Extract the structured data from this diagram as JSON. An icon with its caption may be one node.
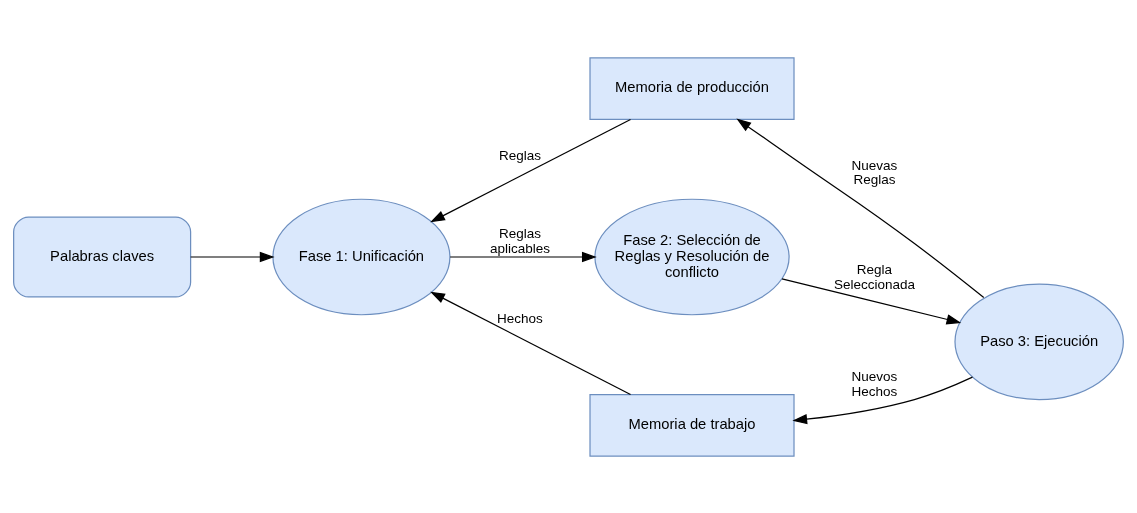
{
  "diagram": {
    "nodes": [
      {
        "text": [
          "Palabras claves"
        ]
      },
      {
        "text": [
          "Memoria de producción"
        ]
      },
      {
        "text": [
          "Fase 1: Unificación"
        ]
      },
      {
        "text": [
          "Fase 2: Selección de Reglas y Resolución de conflicto"
        ]
      },
      {
        "text": [
          "Paso 3: Ejecución"
        ]
      },
      {
        "text": [
          "Memoria de trabajo"
        ]
      }
    ],
    "edges": [
      {
        "from": 0,
        "to": 2,
        "arrow": "to"
      },
      {
        "from": 1,
        "to": 2,
        "arrow": "to",
        "label": "Reglas"
      },
      {
        "from": 2,
        "to": 3,
        "arrow": "to",
        "label": "Reglas aplicables"
      },
      {
        "from": 3,
        "to": 4,
        "arrow": "to",
        "label": "Regla Seleccionada"
      },
      {
        "from": 4,
        "to": 1,
        "arrow": "to",
        "label": "Nuevas Reglas"
      },
      {
        "from": 4,
        "to": 5,
        "arrow": "to",
        "label": "Nuevos Hechos"
      },
      {
        "from": 5,
        "to": 2,
        "arrow": "to",
        "label": "Hechos"
      }
    ]
  }
}
